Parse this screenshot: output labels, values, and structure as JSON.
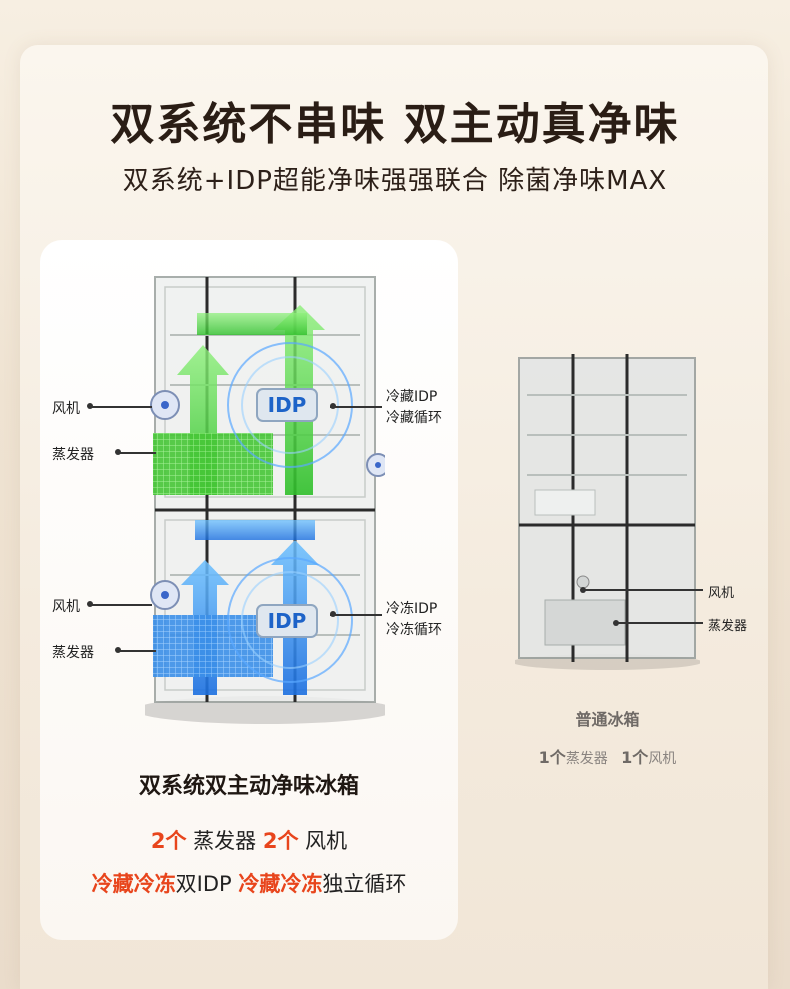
{
  "header": {
    "title": "双系统不串味 双主动真净味",
    "subtitle": "双系统+IDP超能净味强强联合 除菌净味MAX"
  },
  "dual_fridge": {
    "labels": {
      "fan_top": "风机",
      "evap_top": "蒸发器",
      "fan_bottom": "风机",
      "evap_bottom": "蒸发器",
      "idp_top_line1": "冷藏IDP",
      "idp_top_line2": "冷藏循环",
      "idp_bottom_line1": "冷冻IDP",
      "idp_bottom_line2": "冷冻循环"
    },
    "badge_text": "IDP",
    "card_title": "双系统双主动净味冰箱",
    "spec1": {
      "num1": "2个",
      "text1": "蒸发器",
      "num2": "2个",
      "text2": "风机"
    },
    "spec2": {
      "hl1": "冷藏冷冻",
      "text1": "双IDP",
      "hl2": "冷藏冷冻",
      "text2": "独立循环"
    }
  },
  "normal_fridge": {
    "label_fan": "风机",
    "label_evap": "蒸发器",
    "title": "普通冰箱",
    "spec": {
      "num1": "1个",
      "text1": "蒸发器",
      "num2": "1个",
      "text2": "风机"
    }
  },
  "colors": {
    "accent": "#e8451c",
    "green": "#4fd13a",
    "blue": "#2f8ff0"
  }
}
